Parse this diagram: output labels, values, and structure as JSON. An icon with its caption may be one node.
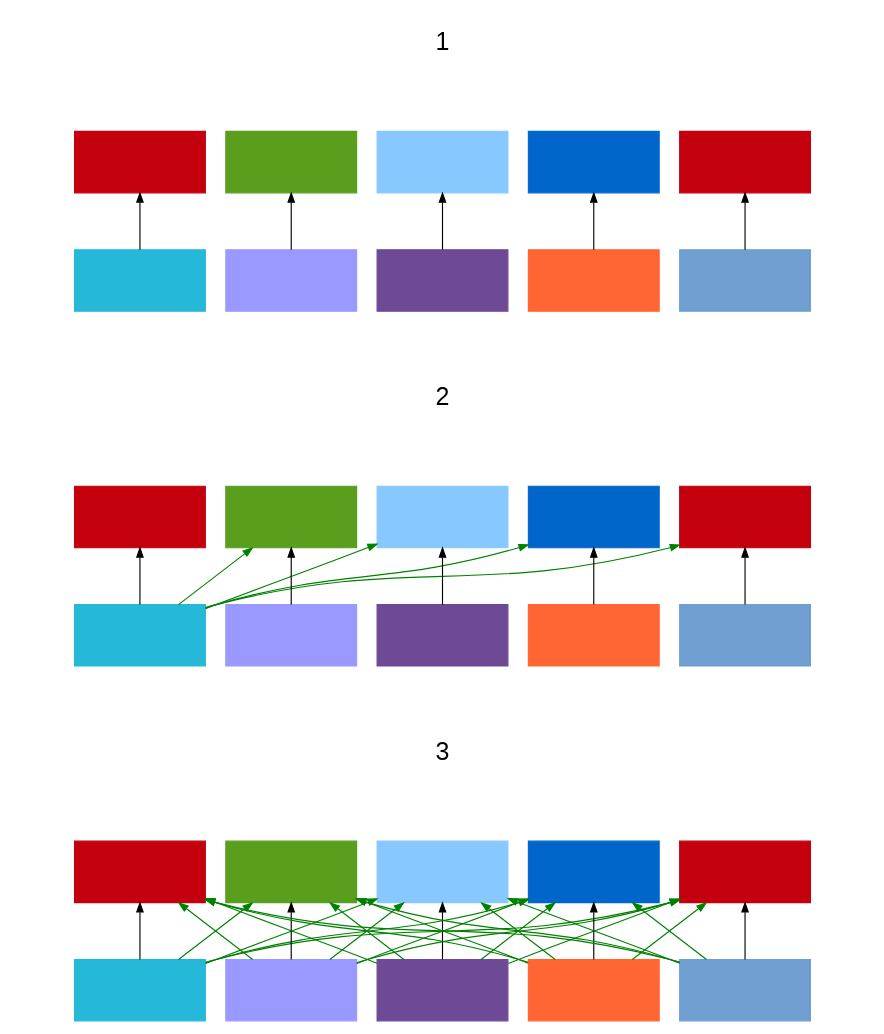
{
  "diagram": {
    "nodes": [
      {
        "text": [],
        "shape": "box"
      },
      {
        "text": [],
        "shape": "box"
      },
      {
        "text": [],
        "shape": "box"
      },
      {
        "text": [],
        "shape": "box"
      },
      {
        "text": [],
        "shape": "box"
      },
      {
        "text": [],
        "shape": "box"
      },
      {
        "text": [],
        "shape": "box"
      },
      {
        "text": [],
        "shape": "box"
      },
      {
        "text": [],
        "shape": "box"
      },
      {
        "text": [],
        "shape": "box"
      },
      {
        "text": [],
        "shape": "box"
      },
      {
        "text": [],
        "shape": "box"
      },
      {
        "text": [],
        "shape": "box"
      },
      {
        "text": [],
        "shape": "box"
      },
      {
        "text": [],
        "shape": "box"
      },
      {
        "text": [],
        "shape": "box"
      },
      {
        "text": [],
        "shape": "box"
      },
      {
        "text": [],
        "shape": "box"
      },
      {
        "text": [],
        "shape": "box"
      },
      {
        "text": [],
        "shape": "box"
      },
      {
        "text": [],
        "shape": "box"
      },
      {
        "text": [],
        "shape": "box"
      },
      {
        "text": [],
        "shape": "box"
      },
      {
        "text": [],
        "shape": "box"
      },
      {
        "text": [],
        "shape": "box"
      },
      {
        "text": [],
        "shape": "box"
      },
      {
        "text": [],
        "shape": "box"
      },
      {
        "text": [],
        "shape": "box"
      },
      {
        "text": [],
        "shape": "box"
      },
      {
        "text": [],
        "shape": "box"
      }
    ],
    "edges": [
      {
        "from": 5,
        "to": 0,
        "arrow": "to",
        "color": "#000000"
      },
      {
        "from": 6,
        "to": 1,
        "arrow": "to",
        "color": "#000000"
      },
      {
        "from": 7,
        "to": 2,
        "arrow": "to",
        "color": "#000000"
      },
      {
        "from": 8,
        "to": 3,
        "arrow": "to",
        "color": "#000000"
      },
      {
        "from": 9,
        "to": 4,
        "arrow": "to",
        "color": "#000000"
      },
      {
        "from": 15,
        "to": 10,
        "arrow": "to",
        "color": "#000000"
      },
      {
        "from": 16,
        "to": 11,
        "arrow": "to",
        "color": "#000000"
      },
      {
        "from": 17,
        "to": 12,
        "arrow": "to",
        "color": "#000000"
      },
      {
        "from": 18,
        "to": 13,
        "arrow": "to",
        "color": "#000000"
      },
      {
        "from": 19,
        "to": 14,
        "arrow": "to",
        "color": "#000000"
      },
      {
        "from": 15,
        "to": 11,
        "arrow": "to",
        "color": "#008000"
      },
      {
        "from": 15,
        "to": 12,
        "arrow": "to",
        "color": "#008000"
      },
      {
        "from": 15,
        "to": 13,
        "arrow": "to",
        "color": "#008000"
      },
      {
        "from": 15,
        "to": 14,
        "arrow": "to",
        "color": "#008000"
      },
      {
        "from": 25,
        "to": 20,
        "arrow": "to",
        "color": "#000000"
      },
      {
        "from": 26,
        "to": 21,
        "arrow": "to",
        "color": "#000000"
      },
      {
        "from": 27,
        "to": 22,
        "arrow": "to",
        "color": "#000000"
      },
      {
        "from": 28,
        "to": 23,
        "arrow": "to",
        "color": "#000000"
      },
      {
        "from": 29,
        "to": 24,
        "arrow": "to",
        "color": "#000000"
      },
      {
        "from": 25,
        "to": 21,
        "arrow": "to",
        "color": "#008000"
      },
      {
        "from": 25,
        "to": 22,
        "arrow": "to",
        "color": "#008000"
      },
      {
        "from": 25,
        "to": 23,
        "arrow": "to",
        "color": "#008000"
      },
      {
        "from": 25,
        "to": 24,
        "arrow": "to",
        "color": "#008000"
      },
      {
        "from": 26,
        "to": 20,
        "arrow": "to",
        "color": "#008000"
      },
      {
        "from": 26,
        "to": 22,
        "arrow": "to",
        "color": "#008000"
      },
      {
        "from": 26,
        "to": 23,
        "arrow": "to",
        "color": "#008000"
      },
      {
        "from": 26,
        "to": 24,
        "arrow": "to",
        "color": "#008000"
      },
      {
        "from": 27,
        "to": 20,
        "arrow": "to",
        "color": "#008000"
      },
      {
        "from": 27,
        "to": 21,
        "arrow": "to",
        "color": "#008000"
      },
      {
        "from": 27,
        "to": 23,
        "arrow": "to",
        "color": "#008000"
      },
      {
        "from": 27,
        "to": 24,
        "arrow": "to",
        "color": "#008000"
      },
      {
        "from": 28,
        "to": 20,
        "arrow": "to",
        "color": "#008000"
      },
      {
        "from": 28,
        "to": 21,
        "arrow": "to",
        "color": "#008000"
      },
      {
        "from": 28,
        "to": 22,
        "arrow": "to",
        "color": "#008000"
      },
      {
        "from": 28,
        "to": 24,
        "arrow": "to",
        "color": "#008000"
      },
      {
        "from": 29,
        "to": 20,
        "arrow": "to",
        "color": "#008000"
      },
      {
        "from": 29,
        "to": 21,
        "arrow": "to",
        "color": "#008000"
      },
      {
        "from": 29,
        "to": 22,
        "arrow": "to",
        "color": "#008000"
      },
      {
        "from": 29,
        "to": 23,
        "arrow": "to",
        "color": "#008000"
      }
    ],
    "labels": [
      "1",
      "2",
      "3"
    ]
  }
}
